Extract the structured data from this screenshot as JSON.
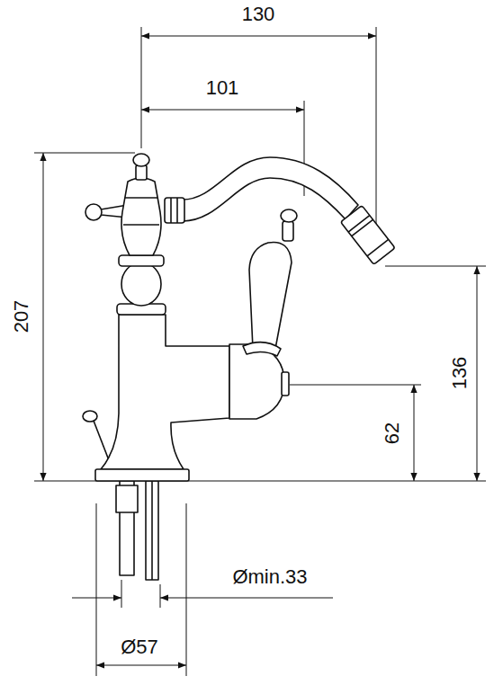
{
  "diagram": {
    "labels": [
      "130",
      "101",
      "207",
      "136",
      "62",
      "Ømin.33",
      "Ø57"
    ]
  }
}
